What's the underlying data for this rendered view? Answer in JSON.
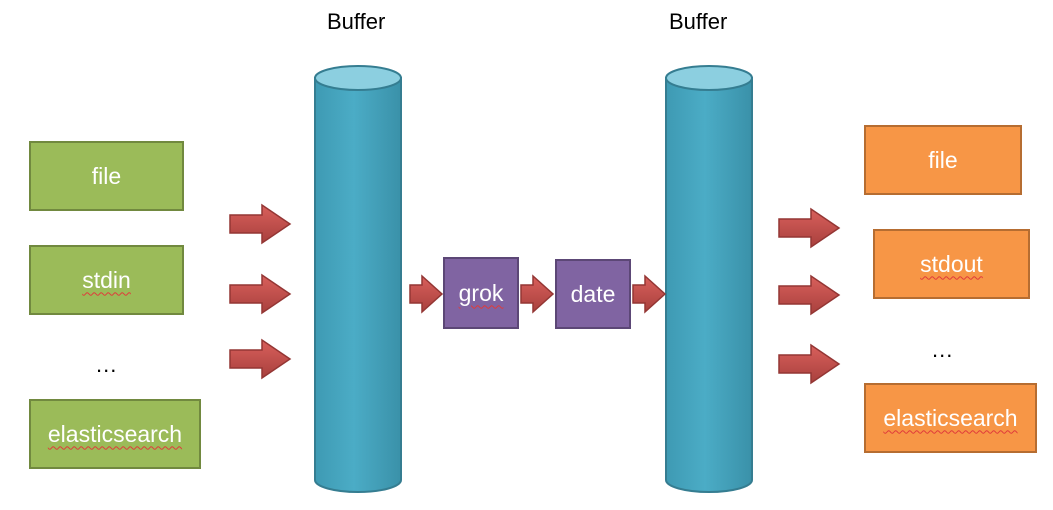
{
  "buffers": {
    "left_label": "Buffer",
    "right_label": "Buffer"
  },
  "inputs": {
    "items": [
      "file",
      "stdin",
      "elasticsearch"
    ],
    "ellipsis": "..."
  },
  "filters": {
    "items": [
      "grok",
      "date"
    ]
  },
  "outputs": {
    "items": [
      "file",
      "stdout",
      "elasticsearch"
    ],
    "ellipsis": "..."
  },
  "colors": {
    "input_fill": "#9bbb59",
    "output_fill": "#f79646",
    "filter_fill": "#8064a2",
    "buffer_fill": "#4bacc6",
    "arrow_fill": "#c0504d"
  }
}
